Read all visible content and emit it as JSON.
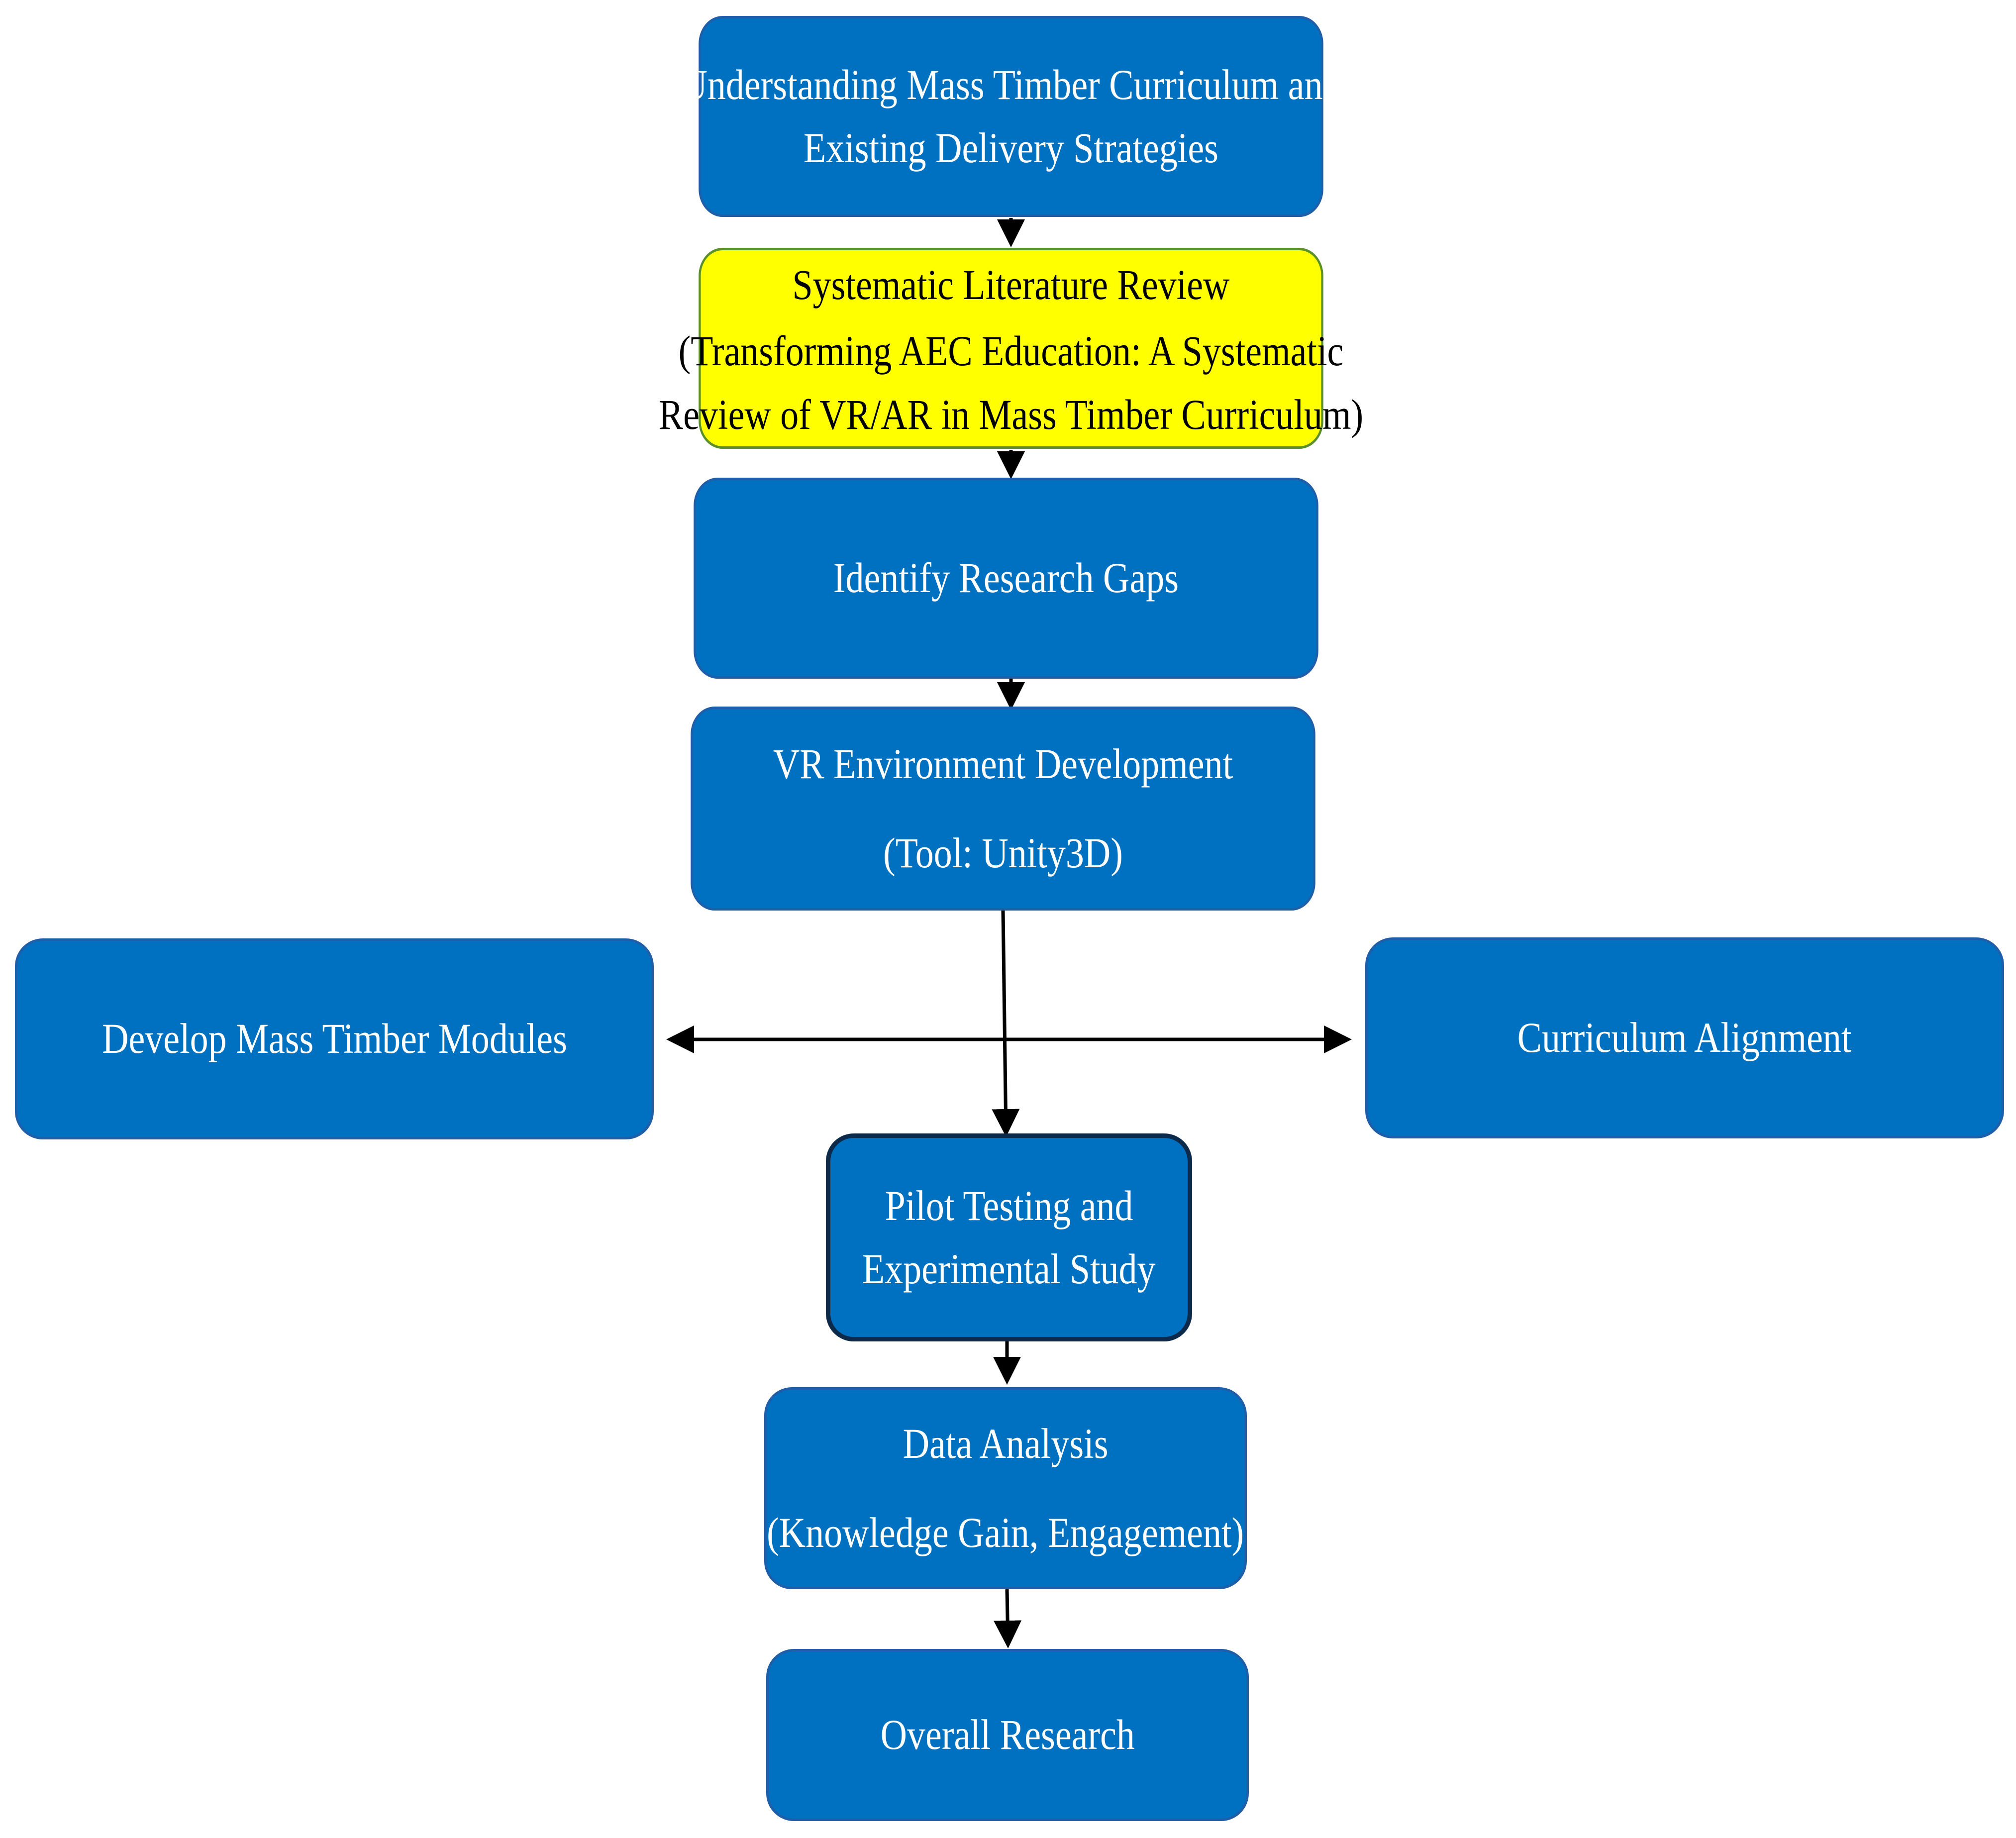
{
  "nodes": {
    "understanding": {
      "line1": "Understanding Mass Timber Curriculum and",
      "line2": "Existing Delivery Strategies"
    },
    "literature_review": {
      "title": "Systematic Literature Review",
      "line1": "(Transforming AEC Education: A Systematic",
      "line2": "Review of VR/AR in Mass Timber Curriculum)"
    },
    "research_gaps": {
      "title": "Identify Research Gaps"
    },
    "vr_development": {
      "title": "VR Environment Development",
      "subtitle": "(Tool: Unity3D)"
    },
    "mass_timber_modules": {
      "title": "Develop Mass Timber Modules"
    },
    "curriculum_alignment": {
      "title": "Curriculum Alignment"
    },
    "pilot_testing": {
      "line1": "Pilot Testing and",
      "line2": "Experimental Study"
    },
    "data_analysis": {
      "title": "Data Analysis",
      "subtitle": "(Knowledge Gain, Engagement)"
    },
    "overall_research": {
      "title": "Overall Research"
    }
  },
  "colors": {
    "box_fill": "#0070c0",
    "box_border": "#1f5ea8",
    "highlight_fill": "#ffff00",
    "highlight_border": "#5b8f2a",
    "arrow": "#000000"
  }
}
